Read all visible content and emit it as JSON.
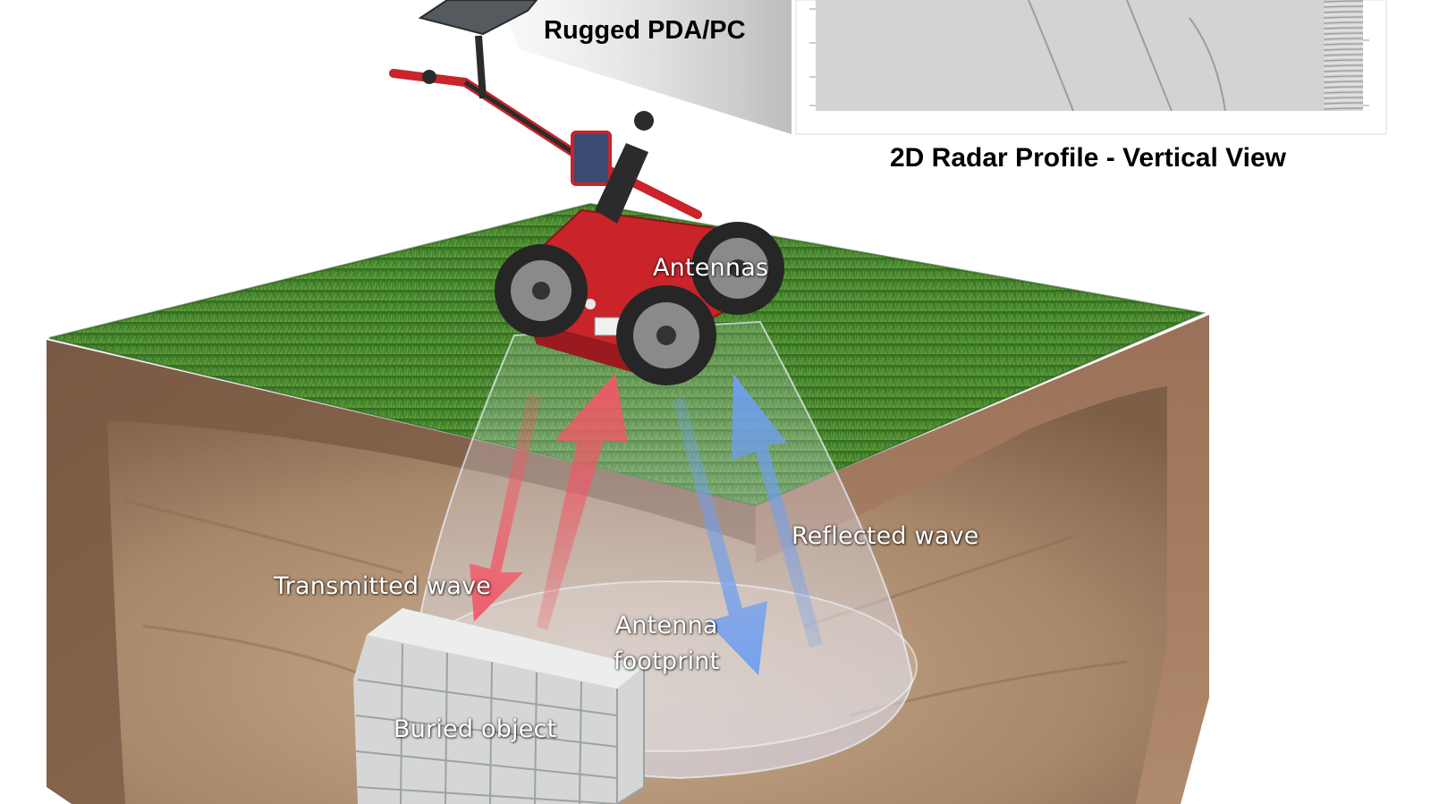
{
  "device_label": "Rugged PDA/PC",
  "radar_profile": {
    "title": "2D Radar Profile - Vertical View"
  },
  "scene_labels": {
    "antennas": "Antennas",
    "transmitted_wave": "Transmitted wave",
    "reflected_wave": "Reflected wave",
    "antenna_footprint_line1": "Antenna",
    "antenna_footprint_line2": "footprint",
    "buried_object": "Buried object"
  },
  "colors": {
    "grass": "#3f7a2a",
    "soil_side": "#8a6347",
    "cavity_sand": "#b39476",
    "cart_body": "#c8242a",
    "transmitted_wave": "#f0505c",
    "reflected_wave": "#6f9ff0",
    "beam": "#dfe6ff",
    "radar_panel": "#cfcfcf"
  }
}
